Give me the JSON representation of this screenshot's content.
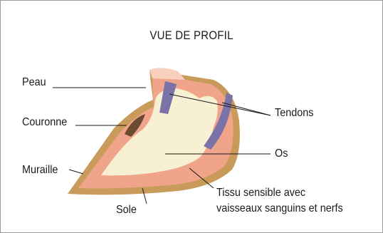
{
  "title": "VUE DE PROFIL",
  "labels": {
    "peau": "Peau",
    "couronne": "Couronne",
    "muraille": "Muraille",
    "sole": "Sole",
    "tendons": "Tendons",
    "os": "Os",
    "tissu_line1": "Tissu sensible avec",
    "tissu_line2": "vaisseaux sanguins et nerfs"
  },
  "colors": {
    "wall": "#c89b5a",
    "sensitive_tissue": "#f0a48a",
    "bone": "#f7f0d2",
    "tendon": "#7b72a8",
    "skin": "#f8d0bd",
    "coronet": "#6a4a30"
  }
}
